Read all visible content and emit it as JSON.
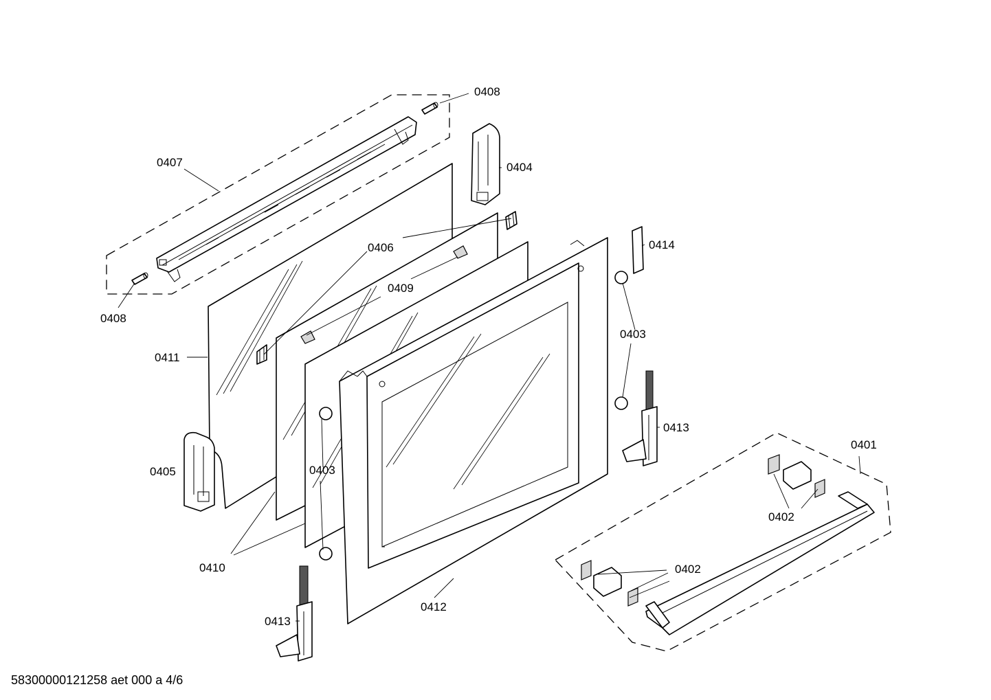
{
  "diagram": {
    "labels": {
      "0401": "0401",
      "0402": "0402",
      "0403": "0403",
      "0404": "0404",
      "0405": "0405",
      "0406": "0406",
      "0407": "0407",
      "0408": "0408",
      "0409": "0409",
      "0410": "0410",
      "0411": "0411",
      "0412": "0412",
      "0413": "0413",
      "0414": "0414"
    }
  },
  "footer": {
    "reference": "58300000121258 aet 000 a 4/6"
  }
}
